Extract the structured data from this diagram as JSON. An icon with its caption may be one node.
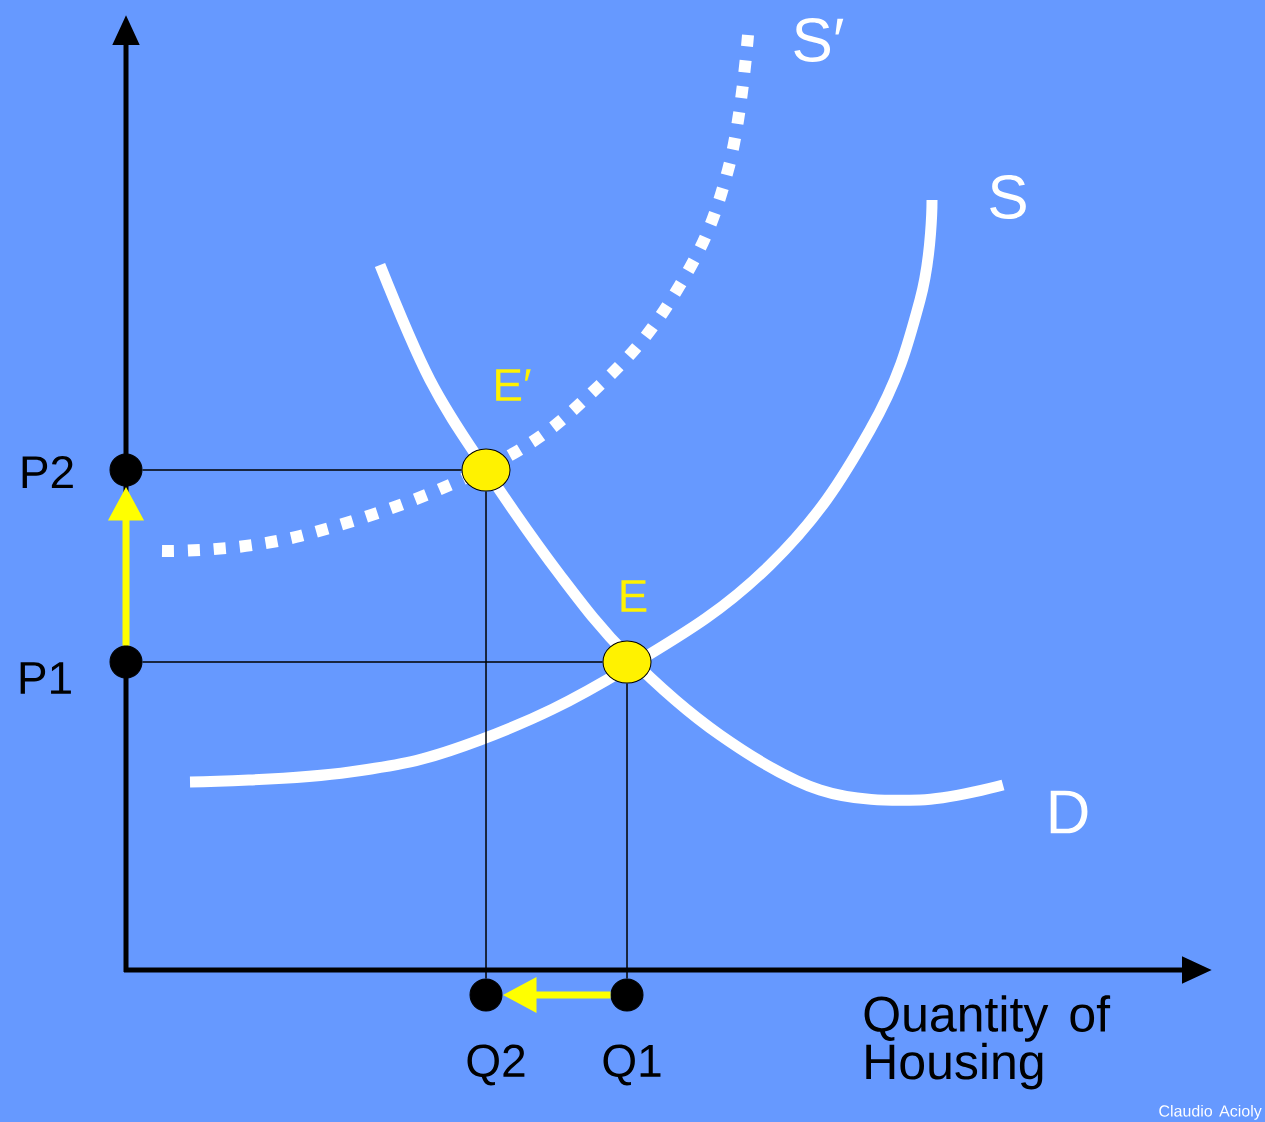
{
  "diagram": {
    "nodes": [
      {
        "text": [],
        "shape": "circle",
        "beside": [
          "P2"
        ]
      },
      {
        "text": [],
        "shape": "circle",
        "beside": [
          "P1"
        ]
      },
      {
        "text": [],
        "shape": "circle",
        "beside": [
          "E′"
        ]
      },
      {
        "text": [],
        "shape": "circle",
        "beside": [
          "E"
        ]
      },
      {
        "text": [],
        "shape": "circle",
        "beside": [
          "Q2"
        ]
      },
      {
        "text": [],
        "shape": "circle",
        "beside": [
          "Q1"
        ]
      }
    ],
    "edges": [
      {
        "from": 1,
        "to": 0,
        "arrow": "to",
        "style": "thick",
        "color": "#ffff00"
      },
      {
        "from": 5,
        "to": 4,
        "arrow": "to",
        "style": "thick",
        "color": "#ffff00"
      },
      {
        "from": 0,
        "to": 2,
        "arrow": "none"
      },
      {
        "from": 2,
        "to": 4,
        "arrow": "none"
      },
      {
        "from": 1,
        "to": 3,
        "arrow": "none"
      },
      {
        "from": 3,
        "to": 5,
        "arrow": "none"
      }
    ],
    "labels": [
      "S′",
      "S",
      "D",
      "Quantity of Housing",
      "Claudio Acioly"
    ]
  }
}
